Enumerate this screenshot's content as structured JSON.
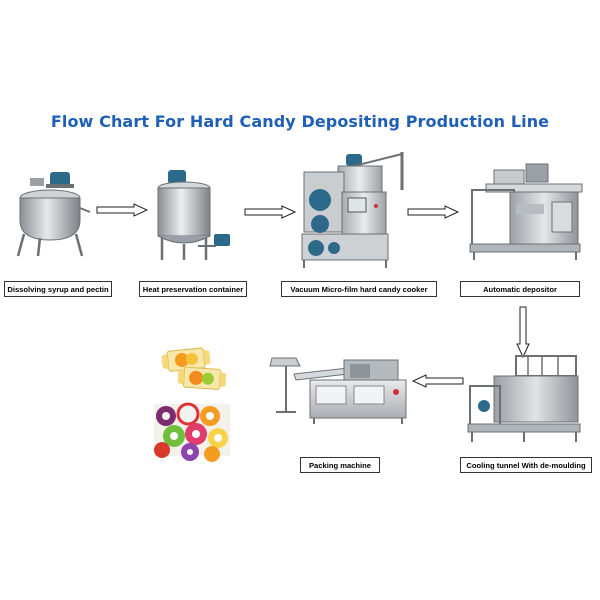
{
  "title": "Flow Chart For Hard Candy Depositing Production Line",
  "steps": [
    {
      "label": "Dissolving syrup and pectin",
      "icon": "jacketed-kettle-icon"
    },
    {
      "label": "Heat preservation container",
      "icon": "storage-tank-icon"
    },
    {
      "label": "Vacuum Micro-film hard candy cooker",
      "icon": "vacuum-cooker-icon"
    },
    {
      "label": "Automatic depositor",
      "icon": "depositor-icon"
    },
    {
      "label": "Cooling tunnel With de-moulding",
      "icon": "cooling-tunnel-icon"
    },
    {
      "label": "Packing machine",
      "icon": "packing-machine-icon"
    }
  ],
  "products": {
    "icon": "wrapped-candies-icon",
    "icon2": "candy-pile-icon"
  },
  "colors": {
    "title": "#1f5fb5",
    "steel": "#b8bcc0",
    "motor": "#2d6a8a",
    "arrow": "#222222"
  }
}
